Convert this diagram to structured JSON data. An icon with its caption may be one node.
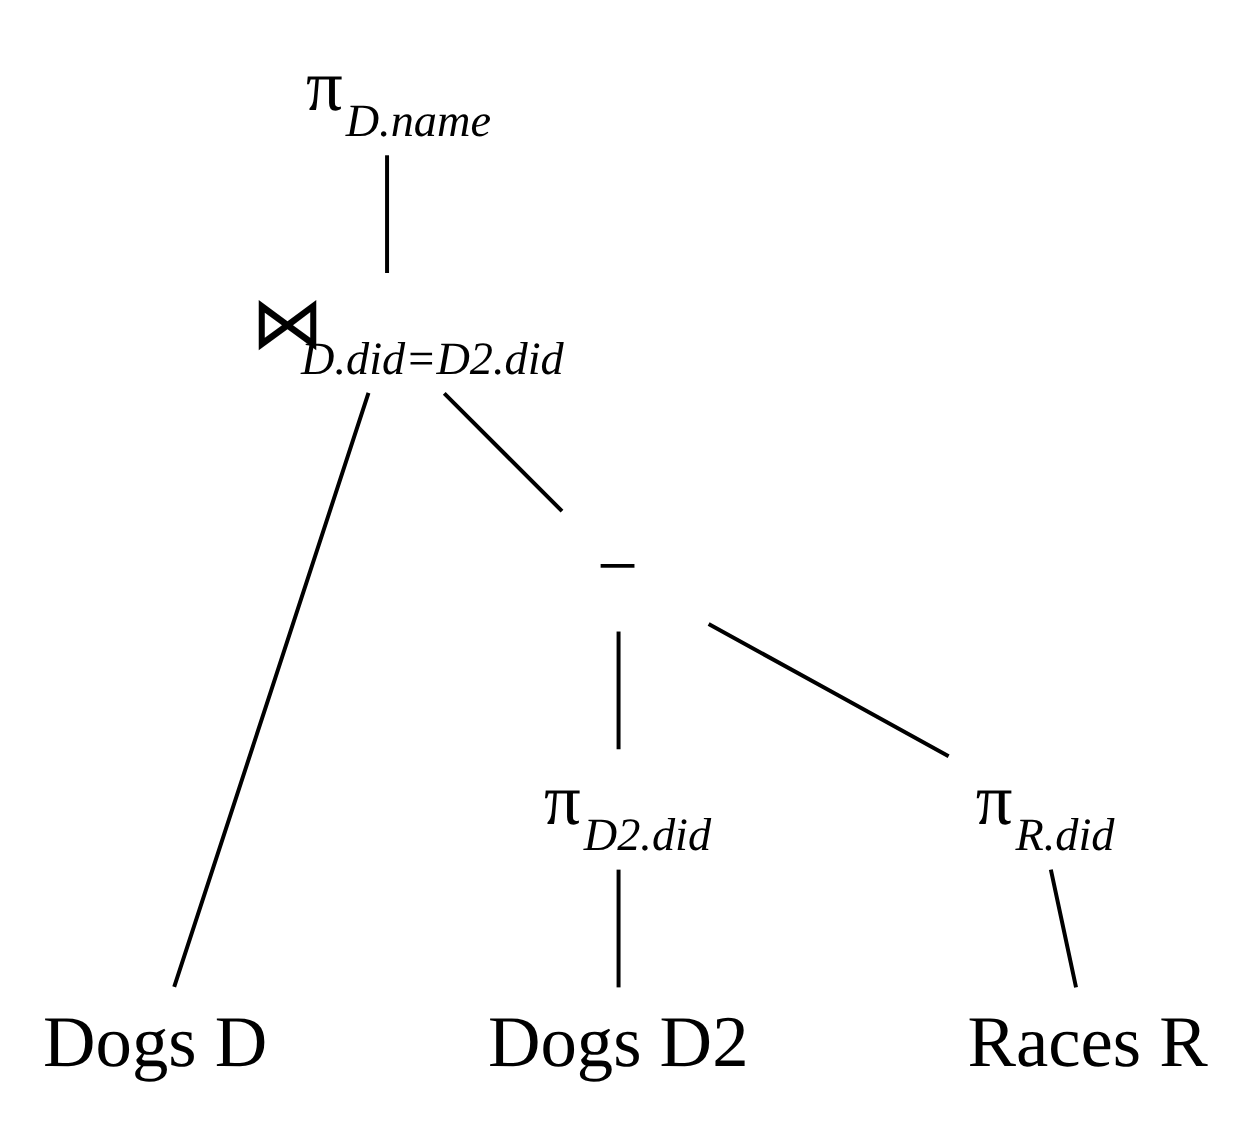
{
  "diagram": {
    "nodes": [
      {
        "text": [
          "π$_{D.name}$"
        ]
      },
      {
        "text": [
          "⋈$_{D.did=D2.did}$"
        ]
      },
      {
        "text": [
          "Dogs D"
        ]
      },
      {
        "text": [
          "−"
        ]
      },
      {
        "text": [
          "π$_{D2.did}$"
        ]
      },
      {
        "text": [
          "π$_{R.did}$"
        ]
      },
      {
        "text": [
          "Dogs D2"
        ]
      },
      {
        "text": [
          "Races R"
        ]
      }
    ],
    "edges": [
      {
        "from": 0,
        "to": 1,
        "arrow": "none"
      },
      {
        "from": 1,
        "to": 2,
        "arrow": "none"
      },
      {
        "from": 1,
        "to": 3,
        "arrow": "none"
      },
      {
        "from": 3,
        "to": 4,
        "arrow": "none"
      },
      {
        "from": 3,
        "to": 5,
        "arrow": "none"
      },
      {
        "from": 4,
        "to": 6,
        "arrow": "none"
      },
      {
        "from": 5,
        "to": 7,
        "arrow": "none"
      }
    ]
  }
}
